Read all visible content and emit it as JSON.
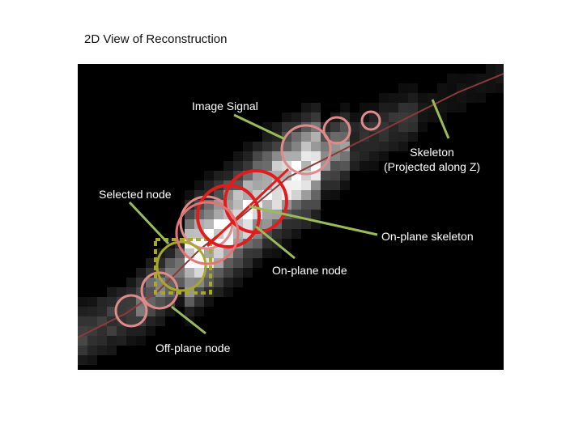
{
  "slide": {
    "title": "2D View of Reconstruction"
  },
  "annotations": {
    "image_signal": "Image Signal",
    "skeleton_line1": "Skeleton",
    "skeleton_line2": "(Projected along Z)",
    "selected_node": "Selected node",
    "on_plane_skeleton": "On-plane skeleton",
    "on_plane_node": "On-plane node",
    "off_plane_node": "Off-plane node"
  },
  "colors": {
    "background": "#000000",
    "skeleton_projected": "#8a3a3a",
    "on_plane": "#e01c1c",
    "off_plane": "#e08a8a",
    "selected_box": "#a8a82a",
    "callout": "#9bbb59",
    "label_text": "#ffffff"
  }
}
